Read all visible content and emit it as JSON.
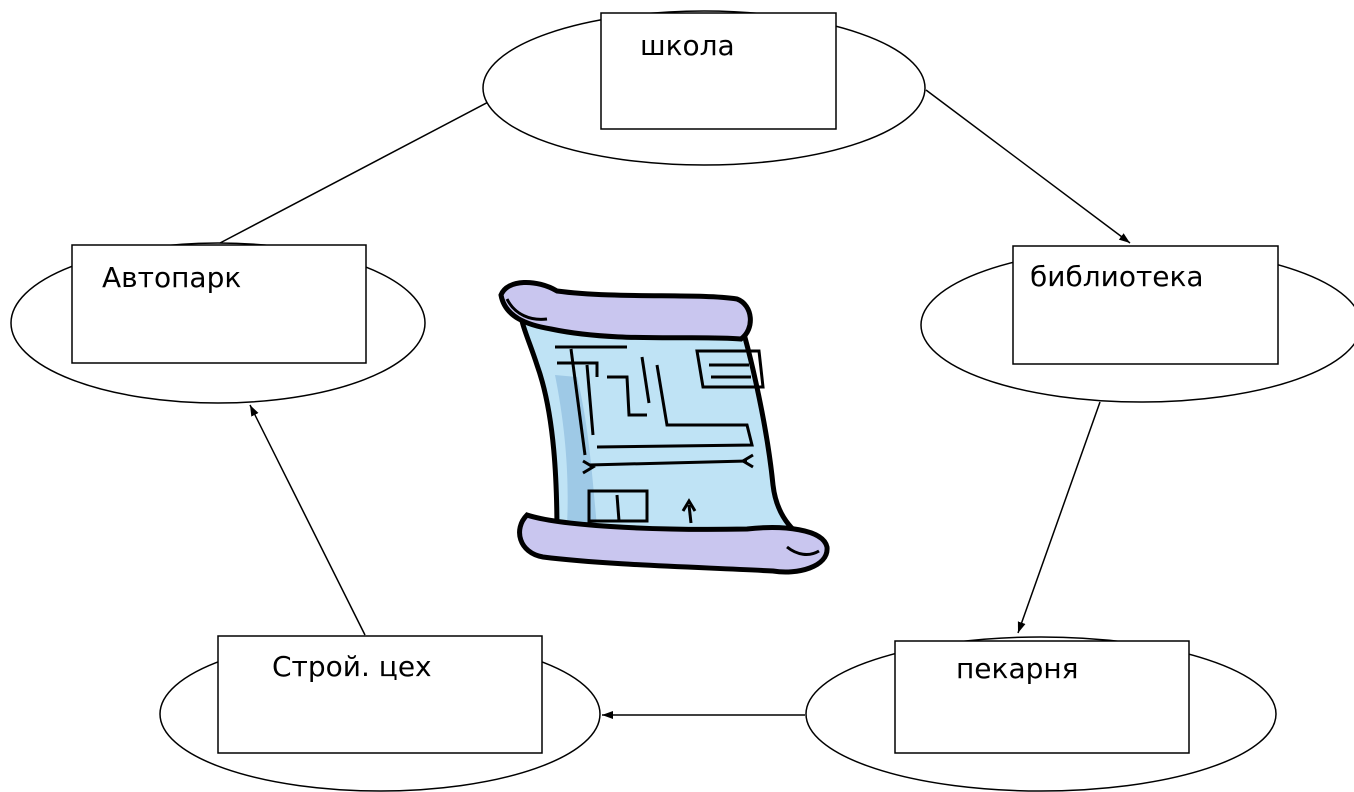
{
  "diagram": {
    "nodes": [
      {
        "id": "school",
        "label": "школа"
      },
      {
        "id": "library",
        "label": "библиотека"
      },
      {
        "id": "bakery",
        "label": "пекарня"
      },
      {
        "id": "construction",
        "label": "Строй. цех"
      },
      {
        "id": "motorpool",
        "label": "Автопарк"
      }
    ],
    "edges": [
      {
        "from": "school",
        "to": "library"
      },
      {
        "from": "library",
        "to": "bakery"
      },
      {
        "from": "bakery",
        "to": "construction"
      },
      {
        "from": "construction",
        "to": "motorpool"
      },
      {
        "from": "motorpool",
        "to": "school"
      }
    ],
    "center_image": "blueprint-scroll-icon",
    "colors": {
      "stroke": "#000000",
      "scroll_fill": "#bfe3f5",
      "scroll_shade": "#9ec9e6",
      "scroll_roll": "#c9c6ef"
    }
  }
}
